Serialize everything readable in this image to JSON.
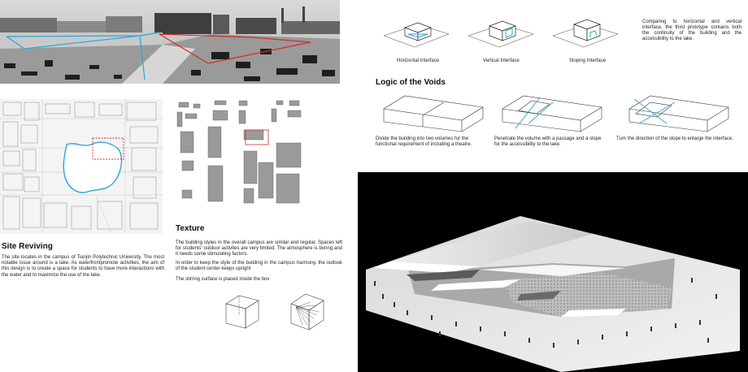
{
  "interfaces": {
    "horizontal_label": "Horizontal Interface",
    "vertical_label": "Vertical Interface",
    "sloping_label": "Sloping Interface",
    "comparison_text": "Comparing to horizontal and vertical interface, the third prototype contains both the continuity of the building and the accessibility to the lake."
  },
  "voids": {
    "title": "Logic of the Voids",
    "step1": "Divide the building into two volumes for the functional requirement of including a theatre.",
    "step2": "Penetrate the volume with a passage and a slope for the accessibility to the lake.",
    "step3": "Turn the direction of the slope to enlarge the interface."
  },
  "site": {
    "title": "Site Reviving",
    "text": "The site locates in the campus of Tianjin Polytechnic University. The most notable issue around is a lake. As waterfrontpromote activities, the aim of this design is to create a space for students to have more interactions with the water and to maximize the use of the lake."
  },
  "texture": {
    "title": "Texture",
    "para1": "The building styles in the overall campus are similar and regular. Spaces left for students' outdoor activites are very limited. The atmosphere is boring and it needs some stimulating factors.",
    "para2": "In order to keep the style of the building in the campus harmony, the outlook of the student center keeps upright",
    "para3": "The stirring surface is placed inside the box"
  },
  "colors": {
    "accent_blue": "#2aa6d6",
    "accent_red": "#d42a2a",
    "model_background": "#000000"
  }
}
